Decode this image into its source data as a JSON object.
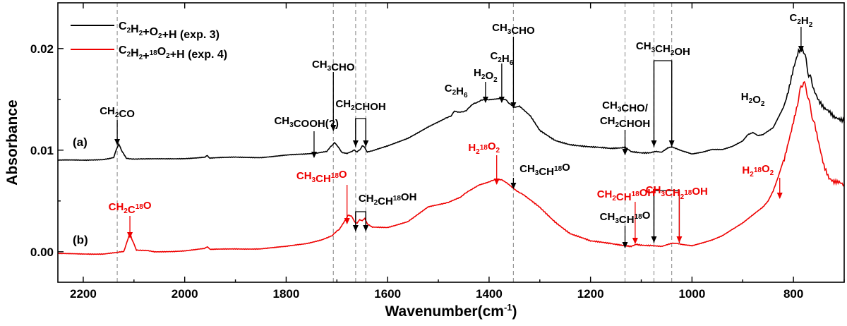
{
  "chart_data": {
    "type": "line",
    "xlabel": "Wavenumber(cm",
    "xlabel_sup": "-1",
    "xlabel_close": ")",
    "ylabel": "Absorbance",
    "xlim": [
      2250,
      700
    ],
    "ylim": [
      -0.003,
      0.0245
    ],
    "x_ticks": [
      2200,
      2000,
      1800,
      1600,
      1400,
      1200,
      1000,
      800
    ],
    "y_ticks": [
      0.0,
      0.01,
      0.02
    ],
    "y_tick_labels": [
      "0.00",
      "0.01",
      "0.02"
    ],
    "series": [
      {
        "name": "C2H2+O2+H (exp. 3)",
        "color": "#000000",
        "label": "(a)",
        "x": [
          2250,
          2200,
          2160,
          2140,
          2135,
          2130,
          2125,
          2115,
          2080,
          2000,
          1960,
          1955,
          1950,
          1900,
          1850,
          1800,
          1760,
          1740,
          1720,
          1712,
          1705,
          1698,
          1690,
          1680,
          1670,
          1665,
          1660,
          1655,
          1650,
          1645,
          1640,
          1630,
          1600,
          1560,
          1520,
          1490,
          1475,
          1468,
          1460,
          1445,
          1430,
          1415,
          1400,
          1380,
          1365,
          1360,
          1350,
          1340,
          1320,
          1300,
          1270,
          1240,
          1200,
          1160,
          1140,
          1132,
          1120,
          1100,
          1080,
          1072,
          1060,
          1048,
          1040,
          1030,
          1020,
          1000,
          980,
          960,
          940,
          920,
          900,
          890,
          880,
          870,
          860,
          840,
          820,
          810,
          800,
          790,
          784,
          780,
          775,
          770,
          765,
          760,
          750,
          740,
          730,
          720,
          710,
          700
        ],
        "y": [
          0.009,
          0.009,
          0.0091,
          0.0093,
          0.01,
          0.0106,
          0.01,
          0.0092,
          0.0091,
          0.0092,
          0.0093,
          0.0095,
          0.0092,
          0.0093,
          0.0093,
          0.0095,
          0.0096,
          0.0097,
          0.0099,
          0.0104,
          0.0107,
          0.0104,
          0.0098,
          0.0097,
          0.0099,
          0.01,
          0.0098,
          0.01,
          0.0104,
          0.0103,
          0.0098,
          0.0099,
          0.0104,
          0.0112,
          0.0123,
          0.013,
          0.0134,
          0.0138,
          0.0137,
          0.0139,
          0.0146,
          0.0149,
          0.015,
          0.0151,
          0.0149,
          0.0146,
          0.0142,
          0.0143,
          0.0134,
          0.0119,
          0.011,
          0.0106,
          0.0103,
          0.0101,
          0.0102,
          0.0103,
          0.0099,
          0.0098,
          0.0098,
          0.0099,
          0.0098,
          0.0102,
          0.0103,
          0.0101,
          0.0099,
          0.0096,
          0.0098,
          0.0101,
          0.0101,
          0.0104,
          0.0109,
          0.0115,
          0.0117,
          0.0114,
          0.0115,
          0.0122,
          0.0142,
          0.016,
          0.0183,
          0.02,
          0.0202,
          0.0199,
          0.019,
          0.0175,
          0.017,
          0.016,
          0.0148,
          0.014,
          0.0136,
          0.013,
          0.0128,
          0.0127
        ]
      },
      {
        "name": "C2H2+18O2+H (exp. 4)",
        "color": "#ee0000",
        "label": "(b)",
        "x": [
          2250,
          2200,
          2160,
          2120,
          2112,
          2108,
          2104,
          2095,
          2060,
          2000,
          1960,
          1955,
          1950,
          1900,
          1850,
          1800,
          1760,
          1730,
          1710,
          1695,
          1685,
          1678,
          1672,
          1665,
          1660,
          1655,
          1650,
          1645,
          1640,
          1630,
          1600,
          1560,
          1520,
          1490,
          1475,
          1465,
          1455,
          1440,
          1420,
          1400,
          1385,
          1375,
          1365,
          1355,
          1345,
          1330,
          1300,
          1270,
          1240,
          1200,
          1160,
          1140,
          1120,
          1110,
          1100,
          1080,
          1060,
          1040,
          1030,
          1020,
          1000,
          980,
          960,
          940,
          920,
          900,
          880,
          860,
          850,
          840,
          830,
          820,
          810,
          800,
          790,
          785,
          780,
          775,
          770,
          765,
          760,
          750,
          740,
          730,
          720,
          710,
          700
        ],
        "y": [
          -0.0002,
          -0.0002,
          -0.0002,
          0.0,
          0.0012,
          0.0018,
          0.0012,
          0.0002,
          0.0,
          0.0001,
          0.0003,
          0.0005,
          0.0002,
          0.0003,
          0.0003,
          0.0005,
          0.0008,
          0.0012,
          0.0016,
          0.0022,
          0.003,
          0.0036,
          0.0035,
          0.003,
          0.0028,
          0.0032,
          0.003,
          0.0033,
          0.0027,
          0.0024,
          0.0024,
          0.003,
          0.0044,
          0.0047,
          0.005,
          0.0052,
          0.0054,
          0.006,
          0.0066,
          0.0069,
          0.0071,
          0.0071,
          0.0068,
          0.0064,
          0.006,
          0.0055,
          0.0044,
          0.003,
          0.0018,
          0.001,
          0.0008,
          0.0007,
          0.0006,
          0.0008,
          0.0007,
          0.0006,
          0.0005,
          0.0008,
          0.0008,
          0.0007,
          0.0006,
          0.0009,
          0.0012,
          0.0016,
          0.0022,
          0.0028,
          0.0036,
          0.0044,
          0.005,
          0.006,
          0.0074,
          0.009,
          0.011,
          0.013,
          0.015,
          0.0161,
          0.0165,
          0.016,
          0.015,
          0.014,
          0.0128,
          0.0104,
          0.0082,
          0.007,
          0.0067,
          0.0068,
          0.0066
        ]
      }
    ],
    "dashed_lines_x": [
      2133,
      1707,
      1663,
      1643,
      1352,
      1132,
      1075,
      1040
    ]
  },
  "legend": [
    {
      "key": "black",
      "prefix": "C",
      "parts": [
        [
          "",
          "C"
        ],
        [
          "sub",
          "2"
        ],
        [
          "",
          "H"
        ],
        [
          "sub",
          "2"
        ],
        [
          "",
          "+O"
        ],
        [
          "sub",
          "2"
        ],
        [
          "",
          "+H (exp. 3)"
        ]
      ]
    },
    {
      "key": "red",
      "parts": [
        [
          "",
          "C"
        ],
        [
          "sub",
          "2"
        ],
        [
          "",
          "H"
        ],
        [
          "sub",
          "2"
        ],
        [
          "",
          "+"
        ],
        [
          "sup",
          "18"
        ],
        [
          "",
          "O"
        ],
        [
          "sub",
          "2"
        ],
        [
          "",
          "+H (exp. 4)"
        ]
      ]
    }
  ],
  "annotations": [
    {
      "id": "ch2co",
      "color": "#000000",
      "x": 2133,
      "parts": [
        [
          "",
          "CH"
        ],
        [
          "sub",
          "2"
        ],
        [
          "",
          "CO"
        ]
      ]
    },
    {
      "id": "ch3cooh",
      "color": "#000000",
      "x": 1745,
      "parts": [
        [
          "",
          "CH"
        ],
        [
          "sub",
          "3"
        ],
        [
          "",
          "COOH(?)"
        ]
      ]
    },
    {
      "id": "ch3cho-a1",
      "color": "#000000",
      "x": 1707,
      "parts": [
        [
          "",
          "CH"
        ],
        [
          "sub",
          "3"
        ],
        [
          "",
          "CHO"
        ]
      ]
    },
    {
      "id": "ch2choh-a",
      "color": "#000000",
      "x": 1653,
      "parts": [
        [
          "",
          "CH"
        ],
        [
          "sub",
          "2"
        ],
        [
          "",
          "CHOH"
        ]
      ]
    },
    {
      "id": "c2h6-a1",
      "color": "#000000",
      "x": 1465,
      "parts": [
        [
          "",
          "C"
        ],
        [
          "sub",
          "2"
        ],
        [
          "",
          "H"
        ],
        [
          "sub",
          "6"
        ]
      ]
    },
    {
      "id": "h2o2-a1",
      "color": "#000000",
      "x": 1407,
      "parts": [
        [
          "",
          "H"
        ],
        [
          "sub",
          "2"
        ],
        [
          "",
          "O"
        ],
        [
          "sub",
          "2"
        ]
      ]
    },
    {
      "id": "c2h6-a2",
      "color": "#000000",
      "x": 1375,
      "parts": [
        [
          "",
          "C"
        ],
        [
          "sub",
          "2"
        ],
        [
          "",
          "H"
        ],
        [
          "sub",
          "6"
        ]
      ]
    },
    {
      "id": "ch3cho-a2",
      "color": "#000000",
      "x": 1352,
      "parts": [
        [
          "",
          "CH"
        ],
        [
          "sub",
          "3"
        ],
        [
          "",
          "CHO"
        ]
      ]
    },
    {
      "id": "ch3cho-ch2choh-a",
      "color": "#000000",
      "x": 1132,
      "parts": [
        [
          "",
          "CH"
        ],
        [
          "sub",
          "3"
        ],
        [
          "",
          "CHO/"
        ]
      ],
      "parts2": [
        [
          "",
          "CH"
        ],
        [
          "sub",
          "2"
        ],
        [
          "",
          "CHOH"
        ]
      ]
    },
    {
      "id": "ch3ch2oh-a",
      "color": "#000000",
      "x": 1057,
      "parts": [
        [
          "",
          "CH"
        ],
        [
          "sub",
          "3"
        ],
        [
          "",
          "CH"
        ],
        [
          "sub",
          "2"
        ],
        [
          "",
          "OH"
        ]
      ]
    },
    {
      "id": "h2o2-a2",
      "color": "#000000",
      "x": 880,
      "parts": [
        [
          "",
          "H"
        ],
        [
          "sub",
          "2"
        ],
        [
          "",
          "O"
        ],
        [
          "sub",
          "2"
        ]
      ]
    },
    {
      "id": "c2h2-a",
      "color": "#000000",
      "x": 785,
      "parts": [
        [
          "",
          "C"
        ],
        [
          "sub",
          "2"
        ],
        [
          "",
          "H"
        ],
        [
          "sub",
          "2"
        ]
      ]
    },
    {
      "id": "ch2c18o-b",
      "color": "#ee0000",
      "x": 2108,
      "parts": [
        [
          "",
          "CH"
        ],
        [
          "sub",
          "2"
        ],
        [
          "",
          "C"
        ],
        [
          "sup",
          "18"
        ],
        [
          "",
          "O"
        ]
      ]
    },
    {
      "id": "ch3ch18o-b1",
      "color": "#ee0000",
      "x": 1680,
      "parts": [
        [
          "",
          "CH"
        ],
        [
          "sub",
          "3"
        ],
        [
          "",
          "CH"
        ],
        [
          "sup",
          "18"
        ],
        [
          "",
          "O"
        ]
      ]
    },
    {
      "id": "ch2ch18oh-b",
      "color": "#000000",
      "x": 1653,
      "parts": [
        [
          "",
          "CH"
        ],
        [
          "sub",
          "2"
        ],
        [
          "",
          "CH"
        ],
        [
          "sup",
          "18"
        ],
        [
          "",
          "OH"
        ]
      ]
    },
    {
      "id": "h218o2-b1",
      "color": "#ee0000",
      "x": 1385,
      "parts": [
        [
          "",
          "H"
        ],
        [
          "sub",
          "2"
        ],
        [
          "sup",
          "18"
        ],
        [
          "",
          "O"
        ],
        [
          "sub",
          "2"
        ]
      ]
    },
    {
      "id": "ch3ch18o-b2",
      "color": "#000000",
      "x": 1352,
      "parts": [
        [
          "",
          "CH"
        ],
        [
          "sub",
          "3"
        ],
        [
          "",
          "CH"
        ],
        [
          "sup",
          "18"
        ],
        [
          "",
          "O"
        ]
      ]
    },
    {
      "id": "ch2ch18oh-b2",
      "color": "#ee0000",
      "x": 1112,
      "parts": [
        [
          "",
          "CH"
        ],
        [
          "sub",
          "2"
        ],
        [
          "",
          "CH"
        ],
        [
          "sup",
          "18"
        ],
        [
          "",
          "OH"
        ]
      ]
    },
    {
      "id": "ch3ch18o-b3",
      "color": "#000000",
      "x": 1132,
      "parts": [
        [
          "",
          "CH"
        ],
        [
          "sub",
          "3"
        ],
        [
          "",
          "CH"
        ],
        [
          "sup",
          "18"
        ],
        [
          "",
          "O"
        ]
      ]
    },
    {
      "id": "ch3ch218oh-b",
      "color": "#ee0000",
      "x": 1057,
      "parts": [
        [
          "",
          "CH"
        ],
        [
          "sub",
          "3"
        ],
        [
          "",
          "CH"
        ],
        [
          "sub",
          "2"
        ],
        [
          "sup",
          "18"
        ],
        [
          "",
          "OH"
        ]
      ]
    },
    {
      "id": "h218o2-b2",
      "color": "#ee0000",
      "x": 827,
      "parts": [
        [
          "",
          "H"
        ],
        [
          "sub",
          "2"
        ],
        [
          "sup",
          "18"
        ],
        [
          "",
          "O"
        ],
        [
          "sub",
          "2"
        ]
      ]
    }
  ]
}
